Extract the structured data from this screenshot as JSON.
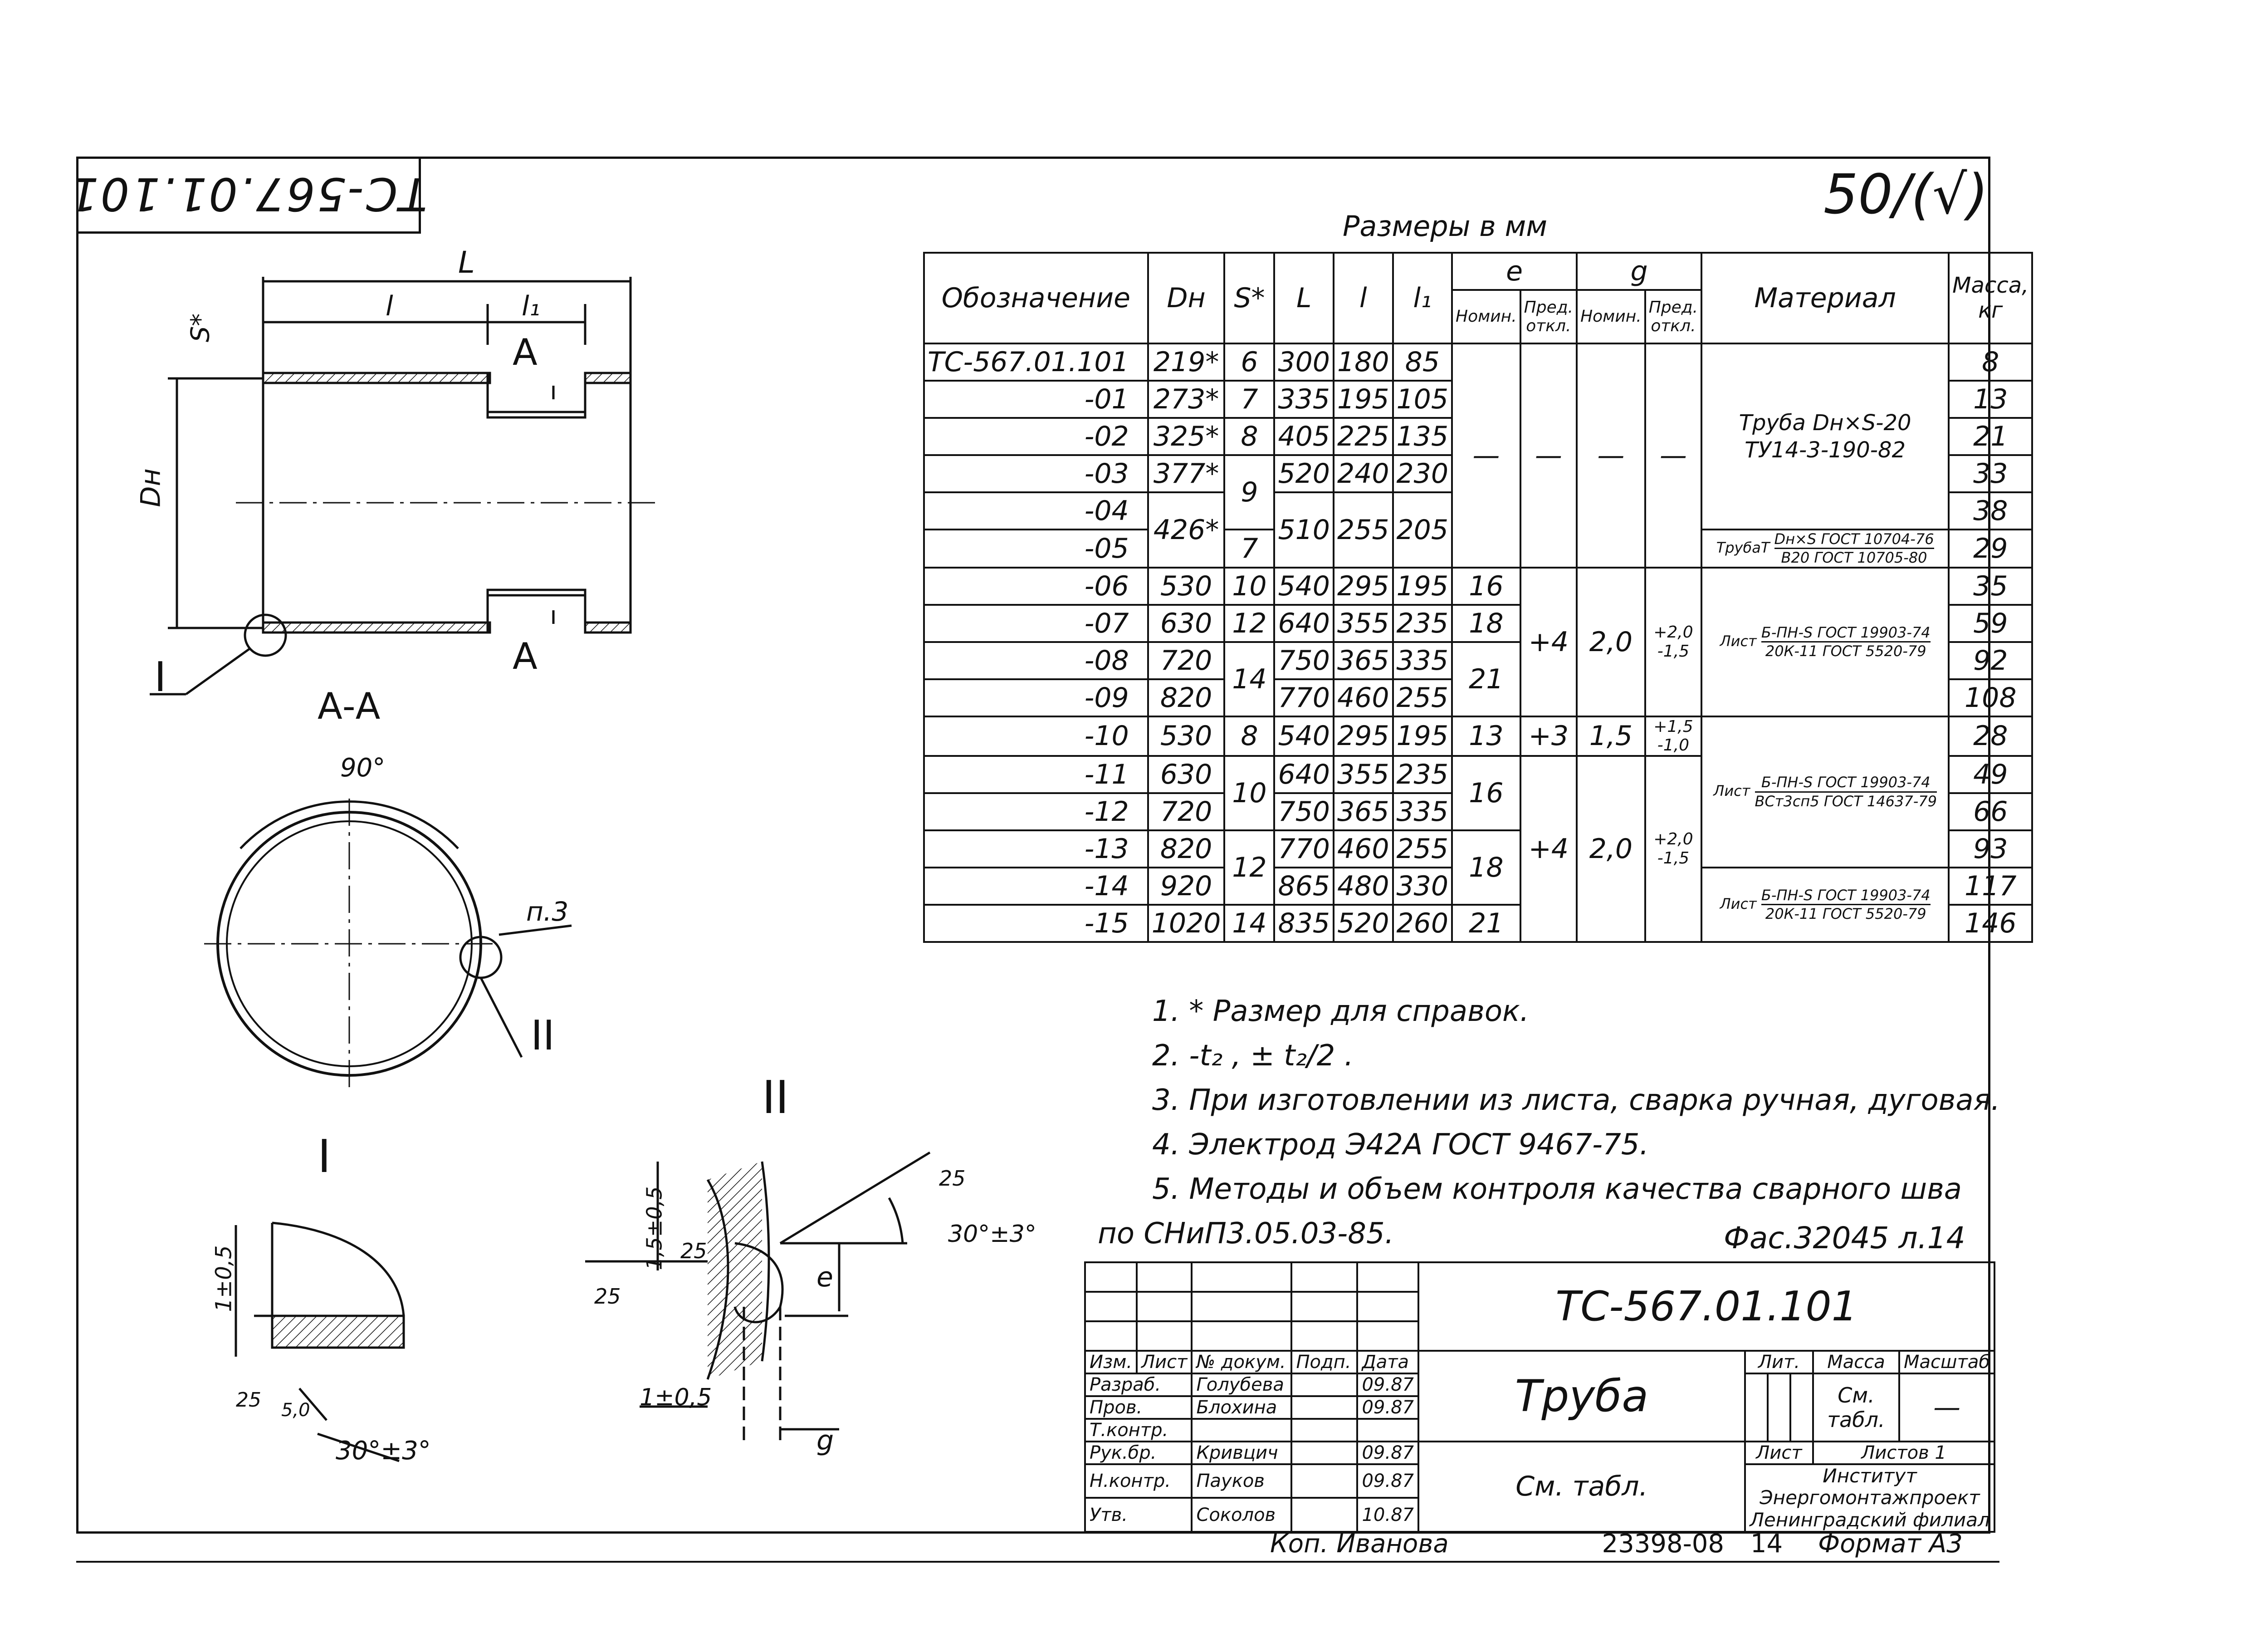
{
  "stamp": "ТС-567.01.101",
  "roughness": "50/(√)",
  "sizes_caption": "Размеры в мм",
  "drawing": {
    "dim_L": "L",
    "dim_l": "l",
    "dim_l1": "l₁",
    "dim_s": "S*",
    "dim_dn": "Dн",
    "section_mark": "А",
    "detail_1": "I",
    "detail_2": "II",
    "section_title": "А-А",
    "angle_90": "90°",
    "note_ref": "п.3",
    "det1_dim": "1±0,5",
    "det1_angle": "30°±3°",
    "det1_rough": "25",
    "det1_rough2": "5,0",
    "det2_dim1": "1,5±0,5",
    "det2_dim2": "1±0,5",
    "det2_angle": "30°±3°",
    "det2_e": "e",
    "det2_g": "g",
    "det2_rough": "25"
  },
  "table": {
    "headers": {
      "designation": "Обозначение",
      "dn": "Dн",
      "s": "S*",
      "L": "L",
      "l": "l",
      "l1": "l₁",
      "e": "e",
      "g": "g",
      "nom": "Номин.",
      "pred": "Пред. откл.",
      "material": "Материал",
      "mass": "Масса, кг"
    },
    "rows": [
      {
        "d": "ТС-567.01.101",
        "dn": "219*",
        "s": "6",
        "L": "300",
        "l": "180",
        "l1": "85",
        "mass": "8"
      },
      {
        "d": "-01",
        "dn": "273*",
        "s": "7",
        "L": "335",
        "l": "195",
        "l1": "105",
        "mass": "13"
      },
      {
        "d": "-02",
        "dn": "325*",
        "s": "8",
        "L": "405",
        "l": "225",
        "l1": "135",
        "mass": "21"
      },
      {
        "d": "-03",
        "dn": "377*",
        "s": "9",
        "L": "520",
        "l": "240",
        "l1": "230",
        "mass": "33"
      },
      {
        "d": "-04",
        "dn": "426*",
        "s": "",
        "L": "510",
        "l": "255",
        "l1": "205",
        "mass": "38"
      },
      {
        "d": "-05",
        "dn": "",
        "s": "7",
        "L": "",
        "l": "",
        "l1": "",
        "mass": "29"
      },
      {
        "d": "-06",
        "dn": "530",
        "s": "10",
        "L": "540",
        "l": "295",
        "l1": "195",
        "mass": "35"
      },
      {
        "d": "-07",
        "dn": "630",
        "s": "12",
        "L": "640",
        "l": "355",
        "l1": "235",
        "mass": "59"
      },
      {
        "d": "-08",
        "dn": "720",
        "s": "14",
        "L": "750",
        "l": "365",
        "l1": "335",
        "mass": "92"
      },
      {
        "d": "-09",
        "dn": "820",
        "s": "",
        "L": "770",
        "l": "460",
        "l1": "255",
        "mass": "108"
      },
      {
        "d": "-10",
        "dn": "530",
        "s": "8",
        "L": "540",
        "l": "295",
        "l1": "195",
        "mass": "28"
      },
      {
        "d": "-11",
        "dn": "630",
        "s": "10",
        "L": "640",
        "l": "355",
        "l1": "235",
        "mass": "49"
      },
      {
        "d": "-12",
        "dn": "720",
        "s": "",
        "L": "750",
        "l": "365",
        "l1": "335",
        "mass": "66"
      },
      {
        "d": "-13",
        "dn": "820",
        "s": "12",
        "L": "770",
        "l": "460",
        "l1": "255",
        "mass": "93"
      },
      {
        "d": "-14",
        "dn": "920",
        "s": "",
        "L": "865",
        "l": "480",
        "l1": "330",
        "mass": "117"
      },
      {
        "d": "-15",
        "dn": "1020",
        "s": "14",
        "L": "835",
        "l": "520",
        "l1": "260",
        "mass": "146"
      }
    ],
    "e_nom": [
      "16",
      "18",
      "21",
      "13",
      "16",
      "18",
      "21"
    ],
    "e_tol": [
      "+4",
      "+3",
      "+4"
    ],
    "g_nom": [
      "2,0",
      "1,5",
      "2,0"
    ],
    "g_tol": [
      "+2,0 -1,5",
      "+1,5 -1,0",
      "+2,0 -1,5"
    ],
    "dash": "—",
    "materials": {
      "m1_line1": "Труба Dн×S-20",
      "m1_line2": "ТУ14-3-190-82",
      "m2_prefix": "ТрубаТ",
      "m2_top": "Dн×S ГОСТ 10704-76",
      "m2_bot": "В20 ГОСТ 10705-80",
      "m3_prefix": "Лист",
      "m3_top": "Б-ПН-S ГОСТ 19903-74",
      "m3_bot": "20К-11 ГОСТ 5520-79",
      "m4_prefix": "Лист",
      "m4_top": "Б-ПН-S ГОСТ 19903-74",
      "m4_bot": "ВСт3сп5 ГОСТ 14637-79",
      "m5_prefix": "Лист",
      "m5_top": "Б-ПН-S ГОСТ 19903-74",
      "m5_bot": "20К-11 ГОСТ 5520-79"
    }
  },
  "notes": [
    "1. * Размер для справок.",
    "2. -t₂ , ± t₂/2 .",
    "3. При изготовлении из листа, сварка ручная, дуговая.",
    "4. Электрод Э42А ГОСТ 9467-75.",
    "5. Методы и объем контроля качества сварного шва",
    "по СНиП3.05.03-85."
  ],
  "formats_ref": "Фас.32045 л.14",
  "title_block": {
    "code": "ТС-567.01.101",
    "name": "Труба",
    "material_ref": "См. табл.",
    "lit": "Лит.",
    "mass": "Масса",
    "scale": "Масштаб",
    "mass_val": "См. табл.",
    "scale_val": "—",
    "sheet": "Лист",
    "sheets": "Листов 1",
    "org1": "Институт",
    "org2": "Энергомонтажпроект",
    "org3": "Ленинградский филиал",
    "col_izm": "Изм.",
    "col_list": "Лист",
    "col_doc": "№ докум.",
    "col_sign": "Подп.",
    "col_date": "Дата",
    "people": [
      {
        "role": "Разраб.",
        "name": "Голубева",
        "date": "09.87"
      },
      {
        "role": "Пров.",
        "name": "Блохина",
        "date": "09.87"
      },
      {
        "role": "Т.контр.",
        "name": "",
        "date": ""
      },
      {
        "role": "Рук.бр.",
        "name": "Кривцич",
        "date": "09.87"
      },
      {
        "role": "Н.контр.",
        "name": "Пауков",
        "date": "09.87"
      },
      {
        "role": "Утв.",
        "name": "Соколов",
        "date": "10.87"
      }
    ]
  },
  "footer": {
    "copied": "Коп. Иванова",
    "number": "23398-08",
    "sheet": "14",
    "format": "Формат А3"
  }
}
